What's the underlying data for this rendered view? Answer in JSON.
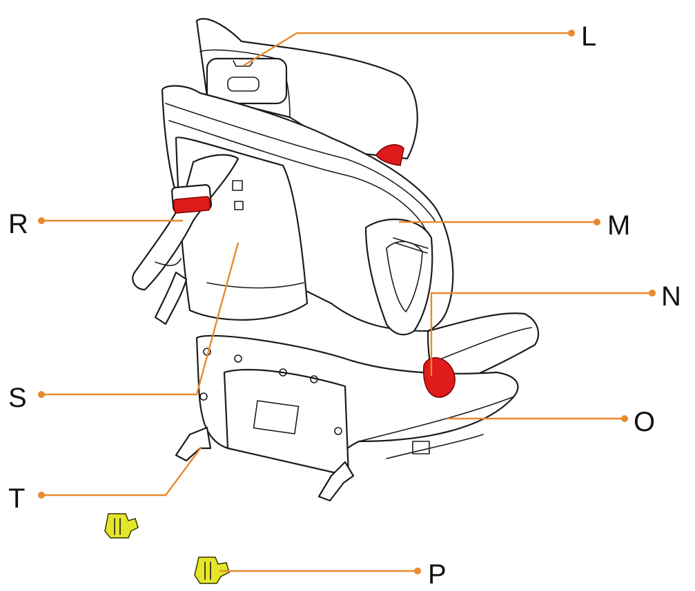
{
  "callouts": {
    "L": "L",
    "M": "M",
    "N": "N",
    "O": "O",
    "P": "P",
    "R": "R",
    "S": "S",
    "T": "T"
  },
  "colors": {
    "leader": "#e8892c",
    "highlight_red": "#e01b1b",
    "connector_yellow": "#e4e62a",
    "outline": "#1a1a1a"
  }
}
